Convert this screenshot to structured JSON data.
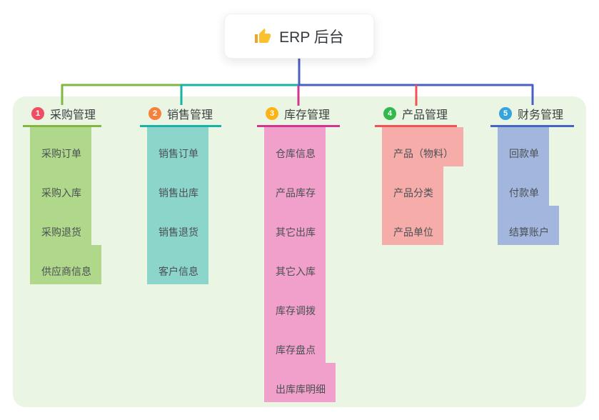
{
  "root": {
    "label": "ERP 后台",
    "icon": "thumbs-up-icon"
  },
  "branches": [
    {
      "index": "1",
      "label": "采购管理",
      "badge_color": "#ef4f63",
      "line_color": "#82b742",
      "child_line_color": "#b0d88b",
      "children": [
        "采购订单",
        "采购入库",
        "采购退货",
        "供应商信息"
      ]
    },
    {
      "index": "2",
      "label": "销售管理",
      "badge_color": "#f5813b",
      "line_color": "#19b2a6",
      "child_line_color": "#8bd5cb",
      "children": [
        "销售订单",
        "销售出库",
        "销售退货",
        "客户信息"
      ]
    },
    {
      "index": "3",
      "label": "库存管理",
      "badge_color": "#fcb315",
      "line_color": "#d23490",
      "child_line_color": "#f0a0ca",
      "children": [
        "仓库信息",
        "产品库存",
        "其它出库",
        "其它入库",
        "库存调拨",
        "库存盘点",
        "出库库明细"
      ]
    },
    {
      "index": "4",
      "label": "产品管理",
      "badge_color": "#32b94e",
      "line_color": "#f05351",
      "child_line_color": "#f6adaa",
      "children": [
        "产品（物料）",
        "产品分类",
        "产品单位"
      ]
    },
    {
      "index": "5",
      "label": "财务管理",
      "badge_color": "#35a3dd",
      "line_color": "#4563c5",
      "child_line_color": "#a3b7de",
      "children": [
        "回款单",
        "付款单",
        "结算账户"
      ]
    }
  ],
  "colors": {
    "root_connector": "#4a5ec4",
    "panel_background": "#eaf6e3",
    "card_background": "#ffffff"
  }
}
